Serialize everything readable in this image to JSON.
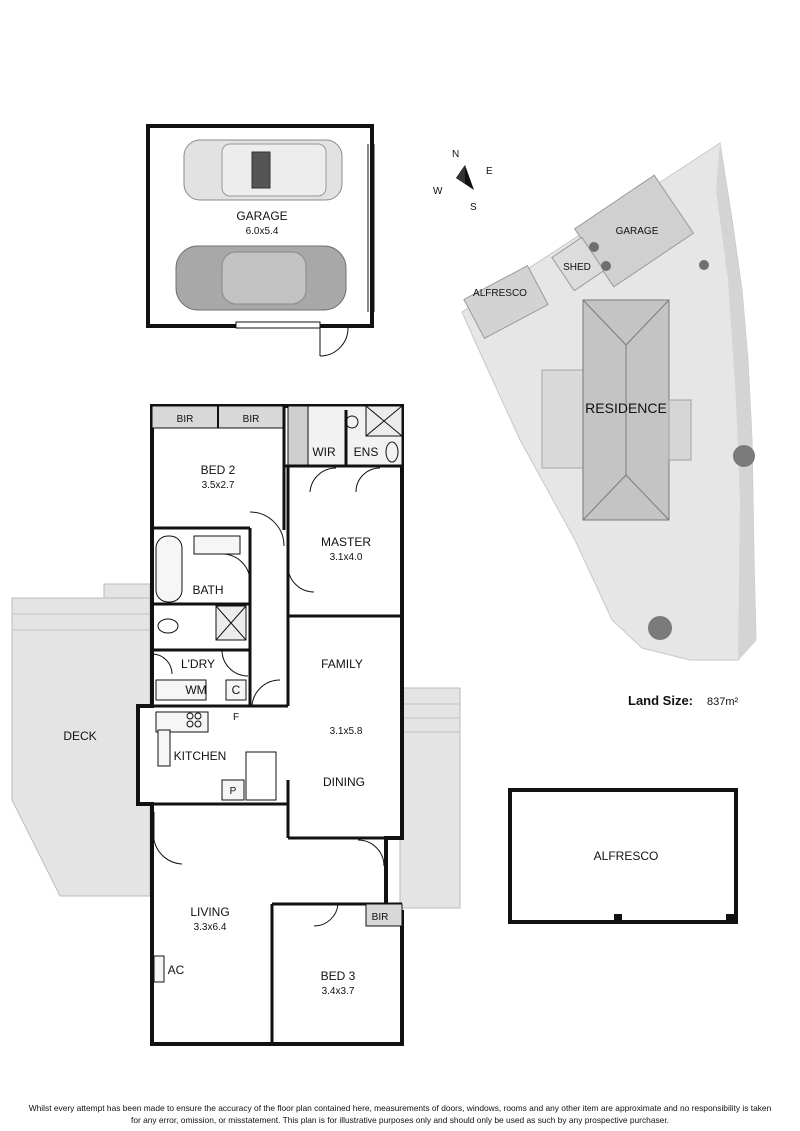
{
  "rooms": {
    "garage": {
      "name": "GARAGE",
      "size": "6.0x5.4"
    },
    "bed2": {
      "name": "BED 2",
      "size": "3.5x2.7"
    },
    "master": {
      "name": "MASTER",
      "size": "3.1x4.0"
    },
    "family": {
      "name": "FAMILY",
      "size": "3.1x5.8"
    },
    "dining": {
      "name": "DINING"
    },
    "living": {
      "name": "LIVING",
      "size": "3.3x6.4"
    },
    "bed3": {
      "name": "BED 3",
      "size": "3.4x3.7"
    },
    "bath": "BATH",
    "laundry": "L'DRY",
    "kitchen": "KITCHEN",
    "wir": "WIR",
    "ens": "ENS",
    "bir1": "BIR",
    "bir2": "BIR",
    "bir3": "BIR",
    "wm": "WM",
    "cupboard": "C",
    "pantry": "P",
    "fridge": "F",
    "ac": "AC",
    "deck": "DECK",
    "alfresco": "ALFRESCO"
  },
  "site_plan": {
    "residence": "RESIDENCE",
    "garage": "GARAGE",
    "shed": "SHED",
    "alfresco": "ALFRESCO"
  },
  "compass": {
    "n": "N",
    "e": "E",
    "s": "S",
    "w": "W"
  },
  "land_size": {
    "label": "Land Size:",
    "value": "837m²"
  },
  "disclaimer": {
    "line1": "Whilst every attempt has been made to ensure the accuracy of the floor plan contained here, measurements of doors, windows, rooms and any other item are approximate and no responsibility is taken",
    "line2": "for any error, omission, or misstatement. This plan is for illustrative purposes only and should only be used as such by any prospective purchaser."
  }
}
